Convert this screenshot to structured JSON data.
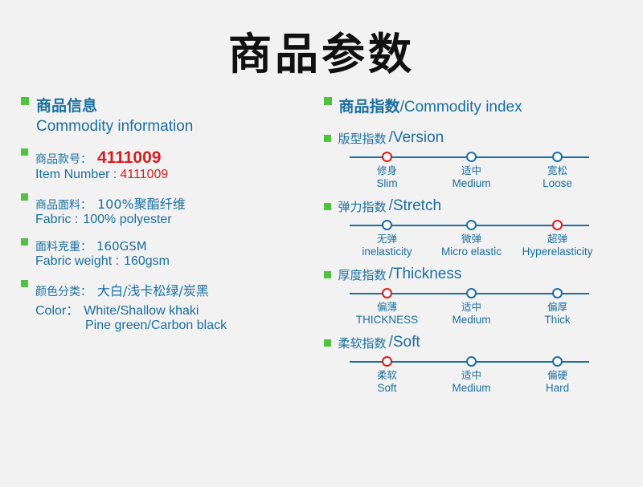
{
  "title": "商品参数",
  "left": {
    "heading": {
      "cn": "商品信息",
      "en": "Commodity information"
    },
    "rows": [
      {
        "label_cn": "商品款号：",
        "value_cn": "4111009",
        "label_en": "Item Number :",
        "value_en": "4111009",
        "style": "number"
      },
      {
        "label_cn": "商品面料：",
        "value_cn": "100%聚酯纤维",
        "label_en": "Fabric :",
        "value_en": "100% polyester",
        "style": "normal"
      },
      {
        "label_cn": "面料克重：",
        "value_cn": "160GSM",
        "label_en": "Fabric  weight :",
        "value_en": "160gsm",
        "style": "normal"
      },
      {
        "label_cn": "颜色分类：",
        "value_cn": "大白/浅卡松绿/炭黑",
        "label_en": "Color：",
        "value_en": "White/Shallow khaki",
        "value_en2": "Pine green/Carbon black",
        "style": "normal"
      }
    ]
  },
  "right": {
    "heading": {
      "cn": "商品指数",
      "en": "/Commodity index"
    },
    "indices": [
      {
        "cn": "版型指数",
        "en": "/Version",
        "active": 0,
        "labels": [
          {
            "cn": "修身",
            "en": "Slim"
          },
          {
            "cn": "适中",
            "en": "Medium"
          },
          {
            "cn": "宽松",
            "en": "Loose"
          }
        ]
      },
      {
        "cn": "弹力指数",
        "en": "/Stretch",
        "active": 2,
        "labels": [
          {
            "cn": "无弹",
            "en": "inelasticity"
          },
          {
            "cn": "微弹",
            "en": "Micro elastic"
          },
          {
            "cn": "超弹",
            "en": "Hyperelasticity"
          }
        ]
      },
      {
        "cn": "厚度指数",
        "en": "/Thickness",
        "active": 0,
        "labels": [
          {
            "cn": "偏薄",
            "en": "THICKNESS"
          },
          {
            "cn": "适中",
            "en": "Medium"
          },
          {
            "cn": "偏厚",
            "en": "Thick"
          }
        ]
      },
      {
        "cn": "柔软指数",
        "en": "/Soft",
        "active": 0,
        "labels": [
          {
            "cn": "柔软",
            "en": "Soft"
          },
          {
            "cn": "适中",
            "en": "Medium"
          },
          {
            "cn": "偏硬",
            "en": "Hard"
          }
        ]
      }
    ]
  },
  "colors": {
    "bullet": "#4ec33d",
    "blue": "#1a6fa3",
    "red": "#d41e1e",
    "background": "#f2f2f2"
  }
}
